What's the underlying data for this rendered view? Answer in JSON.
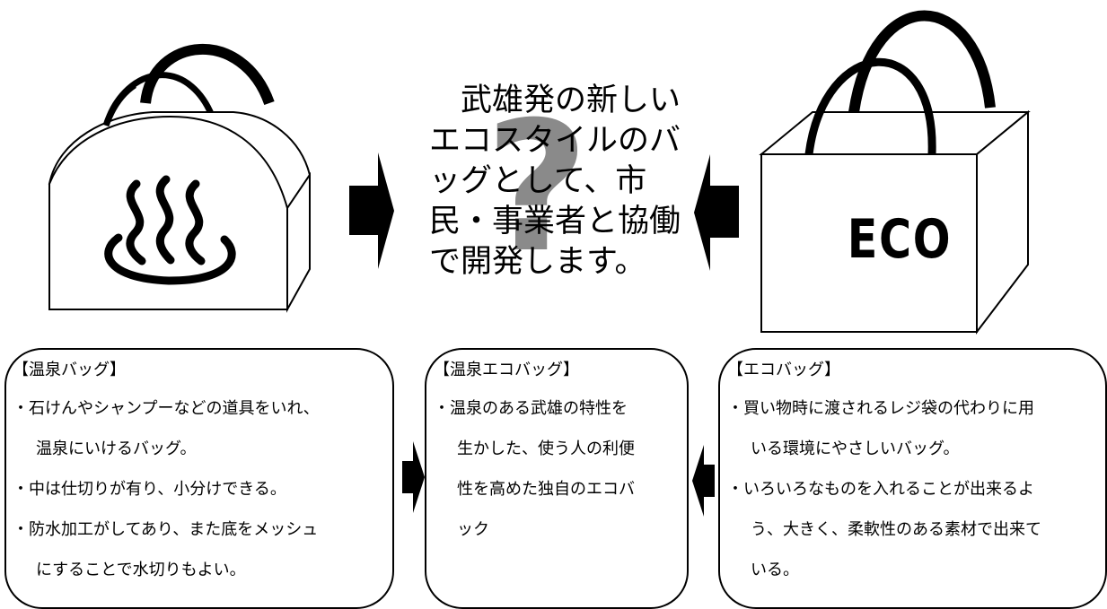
{
  "center": {
    "lines": [
      "武雄発の新しい",
      "エコスタイルのバ",
      "ッグとして、市",
      "民・事業者と協働",
      "で開発します。"
    ],
    "question_mark": "?"
  },
  "eco_bag": {
    "label": "ECO"
  },
  "boxes": {
    "onsen_bag": {
      "title": "【温泉バッグ】",
      "lines": [
        "・石けんやシャンプーなどの道具をいれ、",
        "温泉にいけるバッグ。",
        "・中は仕切りが有り、小分けできる。",
        "・防水加工がしてあり、また底をメッシュ",
        "にすることで水切りもよい。"
      ]
    },
    "onsen_eco_bag": {
      "title": "【温泉エコバッグ】",
      "lines": [
        "・温泉のある武雄の特性を",
        "生かした、使う人の利便",
        "性を高めた独自のエコバ",
        "ック"
      ]
    },
    "eco_bag": {
      "title": "【エコバッグ】",
      "lines": [
        "・買い物時に渡されるレジ袋の代わりに用",
        "いる環境にやさしいバッグ。",
        "・いろいろなものを入れることが出来るよ",
        "う、大きく、柔軟性のある素材で出来て",
        "いる。"
      ]
    }
  },
  "icons": {
    "onsen_bag": "onsen-bag-icon",
    "eco_bag": "eco-shopping-bag-icon",
    "hot_spring_symbol": "hot-spring-icon"
  }
}
